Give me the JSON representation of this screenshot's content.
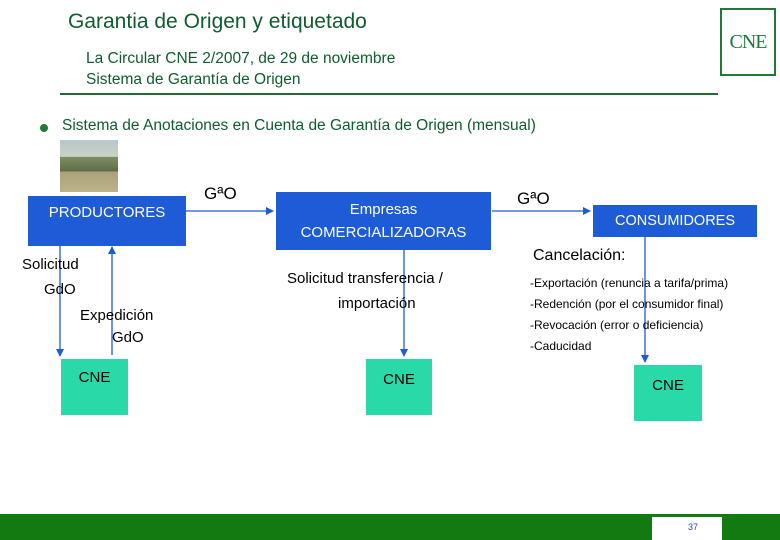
{
  "title": "Garantia de Origen y etiquetado",
  "subtitle_line1": "La Circular CNE 2/2007, de 29 de noviembre",
  "subtitle_line2": "Sistema de Garantía de Origen",
  "logo_text": "CNE",
  "bullet": "Sistema de Anotaciones en Cuenta de Garantía de Origen (mensual)",
  "nodes": {
    "productores": "PRODUCTORES",
    "empresas_line1": "Empresas",
    "empresas_line2": "COMERCIALIZADORAS",
    "consumidores": "CONSUMIDORES",
    "cne1": "CNE",
    "cne2": "CNE",
    "cne3": "CNE"
  },
  "edges": {
    "gao1": "GªO",
    "gao2": "GªO"
  },
  "labels": {
    "solicitud_line1": "Solicitud",
    "solicitud_line2": "GdO",
    "expedicion_line1": "Expedición",
    "expedicion_line2": "GdO",
    "transferencia_line1": "Solicitud  transferencia /",
    "transferencia_line2": "importación",
    "cancelacion_title": "Cancelación:",
    "cancelacion_items": [
      "-Exportación (renuncia a tarifa/prima)",
      "-Redención (por el consumidor final)",
      "-Revocación (error o deficiencia)",
      "-Caducidad"
    ]
  },
  "page_number": "37",
  "colors": {
    "title": "#0f5c2e",
    "node_blue": "#1e5bd6",
    "node_teal": "#29d9a7",
    "arrow": "#1e5bd6",
    "footer": "#127a10"
  }
}
